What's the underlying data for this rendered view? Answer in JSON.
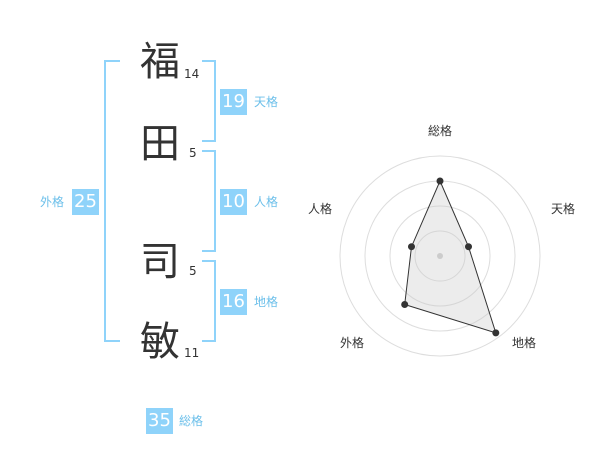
{
  "name": {
    "characters": [
      {
        "char": "福",
        "strokes": "14"
      },
      {
        "char": "田",
        "strokes": "5"
      },
      {
        "char": "司",
        "strokes": "5"
      },
      {
        "char": "敏",
        "strokes": "11"
      }
    ]
  },
  "kakusu": {
    "tenkaku": {
      "value": "19",
      "label": "天格"
    },
    "jinkaku": {
      "value": "10",
      "label": "人格"
    },
    "chikaku": {
      "value": "16",
      "label": "地格"
    },
    "gaikaku": {
      "value": "25",
      "label": "外格"
    },
    "soukaku": {
      "value": "35",
      "label": "総格"
    }
  },
  "colors": {
    "accent": "#8fd3fa",
    "text": "#333333",
    "label": "#6bbfea"
  },
  "chart_data": {
    "type": "radar",
    "axes": [
      "総格",
      "天格",
      "地格",
      "外格",
      "人格"
    ],
    "values": [
      0.75,
      0.3,
      0.95,
      0.6,
      0.3
    ],
    "rings": 4
  }
}
